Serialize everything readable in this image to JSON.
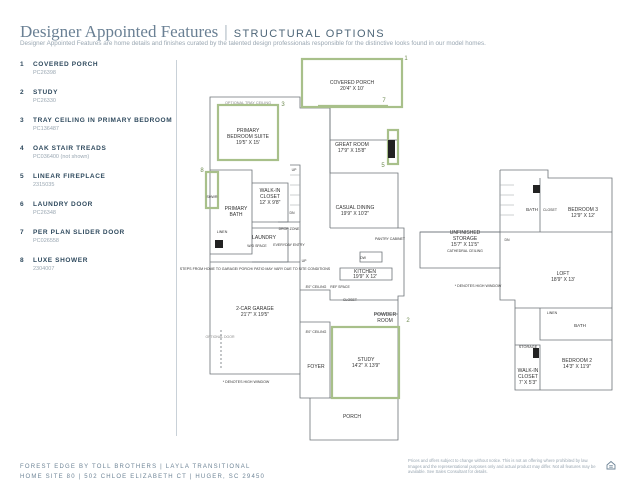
{
  "header": {
    "title": "Designer Appointed Features",
    "section": "STRUCTURAL OPTIONS",
    "subtitle": "Designer Appointed Features are home details and finishes curated by the talented design professionals responsible for the distinctive looks found in our model homes."
  },
  "options": [
    {
      "num": "1",
      "name": "COVERED PORCH",
      "code": "PC26398"
    },
    {
      "num": "2",
      "name": "STUDY",
      "code": "PC26330"
    },
    {
      "num": "3",
      "name": "TRAY CEILING IN PRIMARY BEDROOM",
      "code": "PC136487"
    },
    {
      "num": "4",
      "name": "OAK STAIR TREADS",
      "code": "PC036400 (not shown)"
    },
    {
      "num": "5",
      "name": "LINEAR FIREPLACE",
      "code": "2315035"
    },
    {
      "num": "6",
      "name": "LAUNDRY DOOR",
      "code": "PC26348"
    },
    {
      "num": "7",
      "name": "PER PLAN SLIDER DOOR",
      "code": "PC026558"
    },
    {
      "num": "8",
      "name": "LUXE SHOWER",
      "code": "2304007"
    }
  ],
  "plan": {
    "first_floor": {
      "covered_porch": {
        "name": "COVERED PORCH",
        "dims": "20'4\" X 10'"
      },
      "primary_suite": {
        "name": "PRIMARY",
        "name2": "BEDROOM SUITE",
        "dims": "19'5\" X 15'"
      },
      "tray_ceiling": "OPTIONAL TRAY CEILING",
      "great_room": {
        "name": "GREAT ROOM",
        "dims": "17'9\" X 15'8\""
      },
      "walk_in": {
        "name": "WALK-IN",
        "name2": "CLOSET",
        "dims": "12' X 9'8\""
      },
      "primary_bath": {
        "name": "PRIMARY",
        "name2": "BATH"
      },
      "shower": "SHWR",
      "linen": "LINEN",
      "casual_dining": {
        "name": "CASUAL DINING",
        "dims": "19'9\" X 10'2\""
      },
      "laundry": "LAUNDRY",
      "wd_space": "W/D SPACE",
      "drop_zone": "DROP ZONE",
      "everyday_entry": "EVERYDAY ENTRY",
      "pantry": "PANTRY CABINET",
      "dw": "DW",
      "kitchen": {
        "name": "KITCHEN",
        "dims": "19'9\" X 12'"
      },
      "steps_note": "STEPS FROM HOME TO GARAGE/ PORCH/ PATIO MAY VARY DUE TO SITE CONDITIONS",
      "garage": {
        "name": "2-CAR GARAGE",
        "dims": "21'7\" X 19'5\""
      },
      "optional_door": "OPTIONAL DOOR",
      "ceiling_a": "8'0\" CEILING",
      "ref": "REF SPACE",
      "closet": "CLOSET",
      "powder": {
        "name": "POWDER",
        "name2": "ROOM"
      },
      "ceiling_b": "8'0\" CEILING",
      "study": {
        "name": "STUDY",
        "dims": "14'2\" X 13'9\""
      },
      "foyer": "FOYER",
      "high_window": "* DENOTES HIGH WINDOW",
      "porch": "PORCH",
      "up": "UP",
      "dn": "DN"
    },
    "second_floor": {
      "bath": "BATH",
      "closet": "CLOSET",
      "bedroom3": {
        "name": "BEDROOM 3",
        "dims": "12'9\" X 12'"
      },
      "storage": {
        "name": "UNFINISHED",
        "name2": "STORAGE",
        "dims": "15'7\" X 11'5\"",
        "note": "CATHEDRAL CEILING"
      },
      "dn": "DN",
      "loft": {
        "name": "LOFT",
        "dims": "18'9\" X 13'"
      },
      "high_window": "* DENOTES HIGH WINDOW",
      "linen": "LINEN",
      "bath2": "BATH",
      "storage_small": "STORAGE",
      "walk_in": {
        "name": "WALK-IN",
        "name2": "CLOSET",
        "dims": "7' X 5'3\""
      },
      "bedroom2": {
        "name": "BEDROOM 2",
        "dims": "14'3\" X 11'9\""
      }
    },
    "callouts": [
      "1",
      "2",
      "3",
      "5",
      "7",
      "8"
    ]
  },
  "footer": {
    "line1": "FOREST EDGE BY TOLL BROTHERS  |  LAYLA TRANSITIONAL",
    "line2": "HOME SITE 80  |  502 CHLOE ELIZABETH CT  |  HUGER, SC 29450",
    "disclaimer": "Prices and offers subject to change without notice. This is not an offering where prohibited by law. Images and the representational purposes only and actual product may differ. Not all features may be available. See Sales Consultant for details."
  },
  "colors": {
    "accent_green": "#a8c08a",
    "text_navy": "#2f4a5e",
    "title_blue": "#6a8094"
  }
}
